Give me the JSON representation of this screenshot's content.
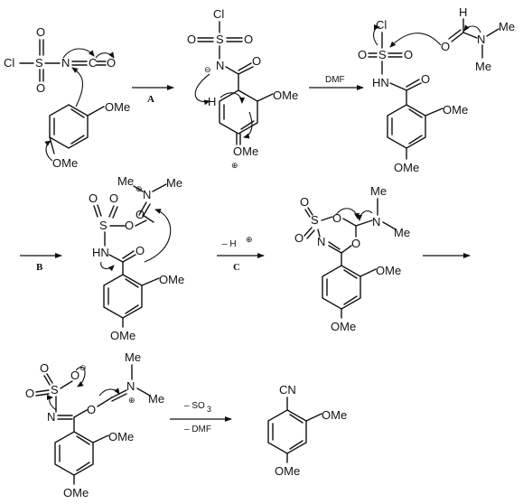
{
  "atoms": {
    "cl": "Cl",
    "s": "S",
    "o": "O",
    "n": "N",
    "c": "C",
    "h": "H",
    "hn": "HN",
    "ome": "OMe",
    "me": "Me",
    "cn": "CN"
  },
  "charges": {
    "plus": "⊕",
    "minus": "⊖"
  },
  "steps": {
    "a": "A",
    "b": "B",
    "c": "C"
  },
  "conditions": {
    "dmf": "DMF",
    "minus_h": "– H",
    "minus_so3_prefix": "– SO",
    "so3_sub": "3",
    "minus_dmf": "– DMF"
  }
}
